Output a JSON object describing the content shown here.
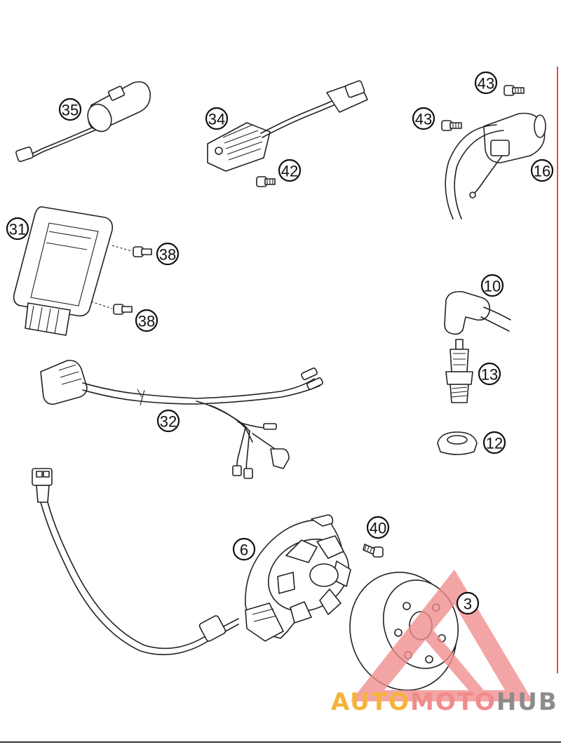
{
  "diagram": {
    "callouts": {
      "c35": "35",
      "c34": "34",
      "c42": "42",
      "c43a": "43",
      "c43b": "43",
      "c16": "16",
      "c31": "31",
      "c38a": "38",
      "c38b": "38",
      "c10": "10",
      "c13": "13",
      "c32": "32",
      "c12": "12",
      "c40": "40",
      "c6": "6",
      "c3": "3"
    }
  },
  "watermark": {
    "part1": "AUTO",
    "part2": "MOTO",
    "part3": "HUB",
    "color_orange": "#f4b43c",
    "color_pink": "#f08c8c",
    "color_gray": "#8c8c8c"
  },
  "colors": {
    "line": "#222222",
    "right_rule": "#e05050"
  }
}
